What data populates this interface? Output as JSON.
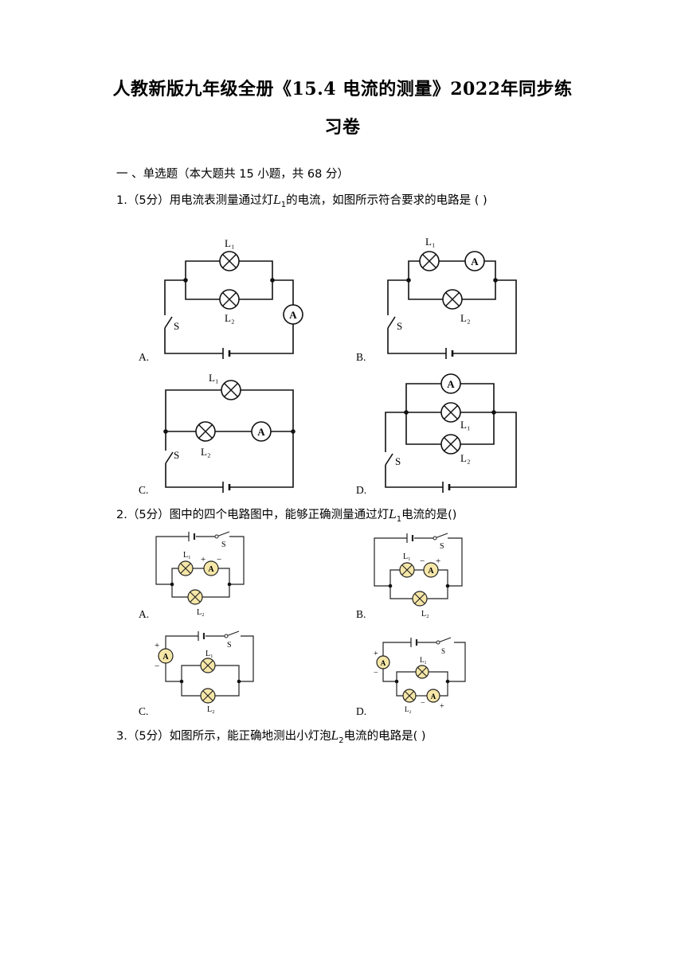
{
  "title": {
    "line1": "人教新版九年级全册《15.4 电流的测量》2022年同步练",
    "line2": "习卷"
  },
  "section": {
    "heading": "一 、单选题（本大题共 15 小题，共 68 分）"
  },
  "questions": [
    {
      "number": "1.",
      "points": "（5分）",
      "stem_before": "用电流表测量通过灯",
      "var": "L",
      "sub": "1",
      "stem_after": "的电流，如图所示符合要求的电路是 ( )",
      "options": [
        "A.",
        "B.",
        "C.",
        "D."
      ]
    },
    {
      "number": "2.",
      "points": "（5分）",
      "stem_before": "图中的四个电路图中，能够正确测量通过灯",
      "var": "L",
      "sub": "1",
      "stem_after": "电流的是()",
      "options": [
        "A.",
        "B.",
        "C.",
        "D."
      ]
    },
    {
      "number": "3.",
      "points": "（5分）",
      "stem_before": "如图所示，能正确地测出小灯泡",
      "var": "L",
      "sub": "2",
      "stem_after": "电流的电路是( )"
    }
  ],
  "circuit_labels": {
    "lamp1": "L₁",
    "lamp2": "L₂",
    "ammeter": "A",
    "switch": "S",
    "plus": "+",
    "minus": "−"
  },
  "colors": {
    "text": "#000000",
    "lamp_fill_q2": "#f6e7a8",
    "line": "#111111"
  }
}
